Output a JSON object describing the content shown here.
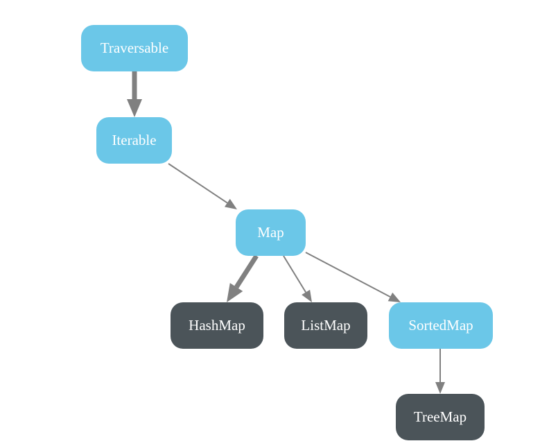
{
  "colors": {
    "trait": "#6bc7e8",
    "class": "#4b5459",
    "edge": "#808080",
    "background": "#ffffff"
  },
  "nodes": [
    {
      "id": "traversable",
      "label": "Traversable",
      "kind": "trait"
    },
    {
      "id": "iterable",
      "label": "Iterable",
      "kind": "trait"
    },
    {
      "id": "map",
      "label": "Map",
      "kind": "trait"
    },
    {
      "id": "hashmap",
      "label": "HashMap",
      "kind": "class"
    },
    {
      "id": "listmap",
      "label": "ListMap",
      "kind": "class"
    },
    {
      "id": "sortedmap",
      "label": "SortedMap",
      "kind": "trait"
    },
    {
      "id": "treemap",
      "label": "TreeMap",
      "kind": "class"
    }
  ],
  "edges": [
    {
      "from": "traversable",
      "to": "iterable",
      "weight": "heavy"
    },
    {
      "from": "iterable",
      "to": "map",
      "weight": "light"
    },
    {
      "from": "map",
      "to": "hashmap",
      "weight": "heavy"
    },
    {
      "from": "map",
      "to": "listmap",
      "weight": "light"
    },
    {
      "from": "map",
      "to": "sortedmap",
      "weight": "light"
    },
    {
      "from": "sortedmap",
      "to": "treemap",
      "weight": "light"
    }
  ]
}
